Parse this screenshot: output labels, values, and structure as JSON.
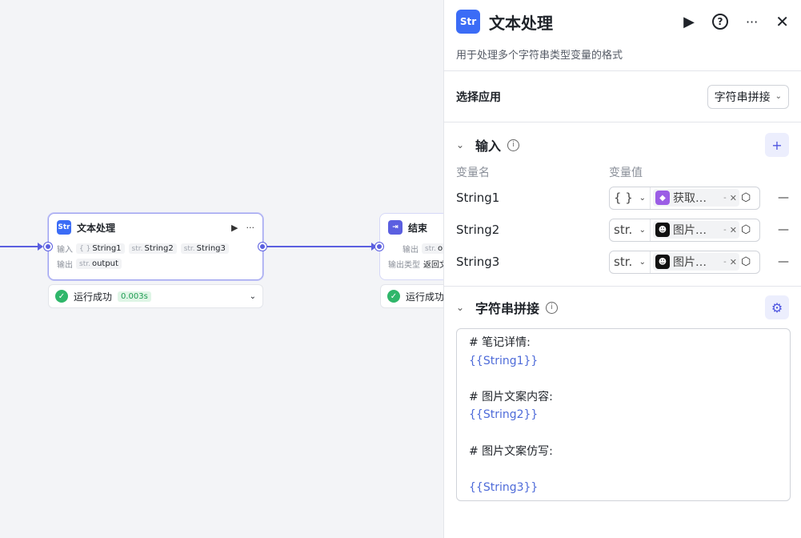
{
  "canvas": {
    "text_node": {
      "title": "文本处理",
      "input_label": "输入",
      "output_label": "输出",
      "inputs": [
        {
          "type": "{ }",
          "name": "String1"
        },
        {
          "type": "str.",
          "name": "String2"
        },
        {
          "type": "str.",
          "name": "String3"
        }
      ],
      "output": {
        "type": "str.",
        "name": "output"
      },
      "status_text": "运行成功",
      "duration": "0.003s"
    },
    "end_node": {
      "title": "结束",
      "output_label": "输出",
      "output_chip_type": "str.",
      "output_chip_name": "out",
      "output_type_label": "输出类型",
      "output_type_value": "返回文",
      "status_text": "运行成功"
    }
  },
  "panel": {
    "title": "文本处理",
    "description": "用于处理多个字符串类型变量的格式",
    "select_app_label": "选择应用",
    "select_app_value": "字符串拼接",
    "input_section": {
      "title": "输入",
      "col_name": "变量名",
      "col_value": "变量值",
      "rows": [
        {
          "name": "String1",
          "type": "{ }",
          "ref": "获取…",
          "ref_logo": "◆",
          "logo_color": "#9b5de5"
        },
        {
          "name": "String2",
          "type": "str.",
          "ref": "图片…",
          "ref_logo": "☻",
          "logo_color": "#111111"
        },
        {
          "name": "String3",
          "type": "str.",
          "ref": "图片…",
          "ref_logo": "☻",
          "logo_color": "#111111"
        }
      ]
    },
    "concat_section": {
      "title": "字符串拼接",
      "lines": [
        {
          "text": "# 笔记详情:",
          "var": false
        },
        {
          "text": "{{String1}}",
          "var": true
        },
        {
          "text": " ",
          "var": false
        },
        {
          "text": "# 图片文案内容:",
          "var": false
        },
        {
          "text": "{{String2}}",
          "var": true
        },
        {
          "text": " ",
          "var": false
        },
        {
          "text": "# 图片文案仿写:",
          "var": false
        },
        {
          "text": " ",
          "var": false
        },
        {
          "text": "{{String3}}",
          "var": true
        }
      ]
    }
  },
  "colors": {
    "accent": "#5b5fe0",
    "brand": "#3b6cf6",
    "success": "#2fb66a"
  }
}
